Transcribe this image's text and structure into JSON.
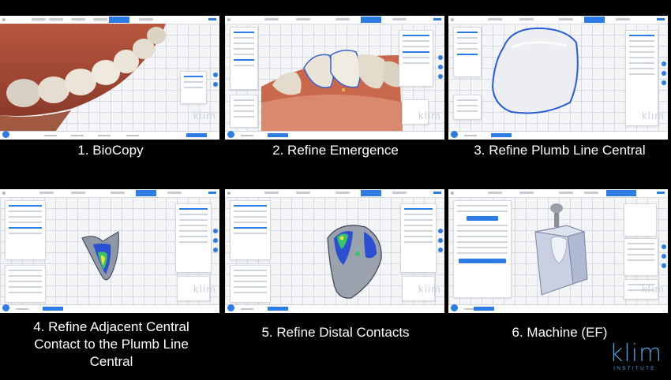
{
  "captions": {
    "c1": "1. BioCopy",
    "c2": "2. Refine Emergence",
    "c3": "3. Refine Plumb Line Central",
    "c4_line1": "4. Refine Adjacent Central",
    "c4_line2": "Contact to the Plumb Line",
    "c4_line3": "Central",
    "c5": "5. Refine Distal Contacts",
    "c6": "6. Machine (EF)"
  },
  "watermark": "klim",
  "logo": {
    "main": "klim",
    "sub": "INSTITUTE"
  },
  "colors": {
    "accent": "#2d7be5",
    "background": "#000000",
    "logo": "#4aa3e0"
  }
}
